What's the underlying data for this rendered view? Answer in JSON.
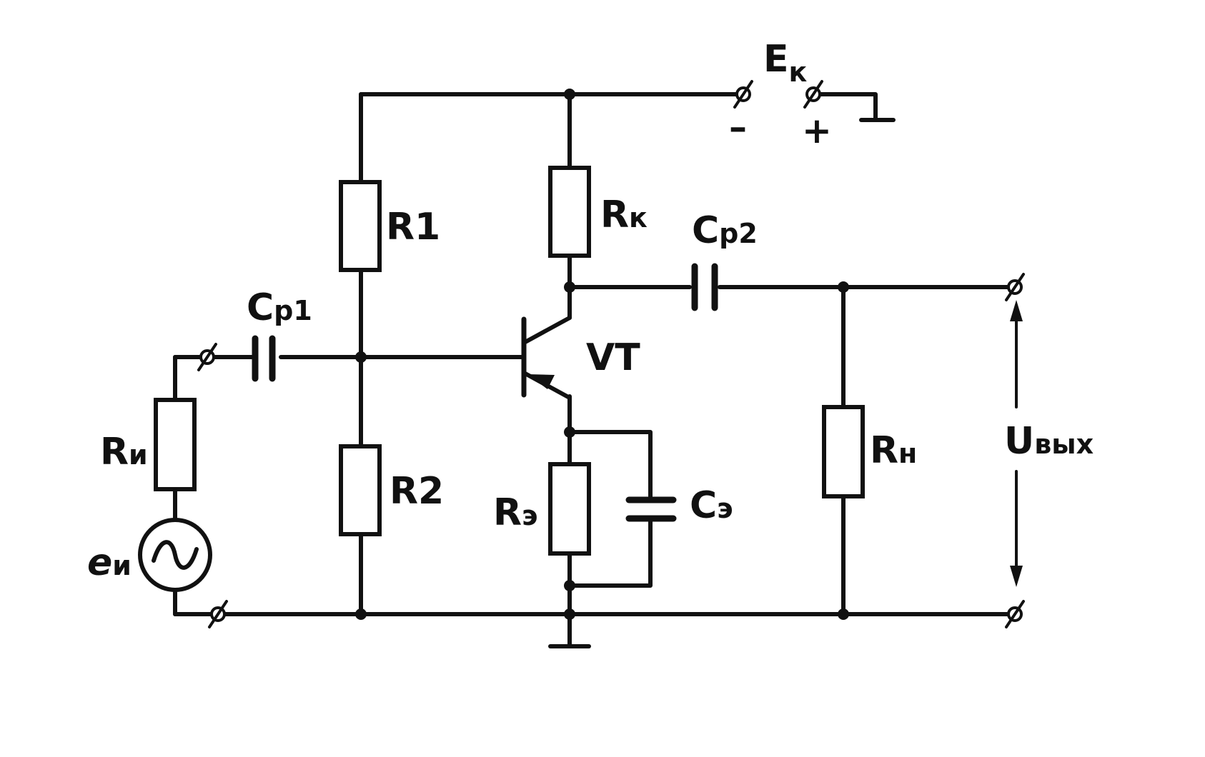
{
  "labels": {
    "supply_main": "E",
    "supply_sub": "к",
    "minus": "–",
    "plus": "+",
    "r1_main": "R",
    "r1_sub": "1",
    "r2_main": "R",
    "r2_sub": "2",
    "rk_main": "R",
    "rk_sub": "к",
    "cp1_main": "C",
    "cp1_sub": "р1",
    "cp2_main": "C",
    "cp2_sub": "р2",
    "vt": "VT",
    "re_main": "R",
    "re_sub": "э",
    "ce_main": "C",
    "ce_sub": "э",
    "ri_main": "R",
    "ri_sub": "и",
    "ei_main": "e",
    "ei_sub": "и",
    "rn_main": "R",
    "rn_sub": "н",
    "uout_main": "U",
    "uout_sub": "вых"
  },
  "icons": {
    "source": "ac-voltage-source-icon",
    "ground": "ground-icon",
    "transistor": "pnp-transistor-icon"
  }
}
